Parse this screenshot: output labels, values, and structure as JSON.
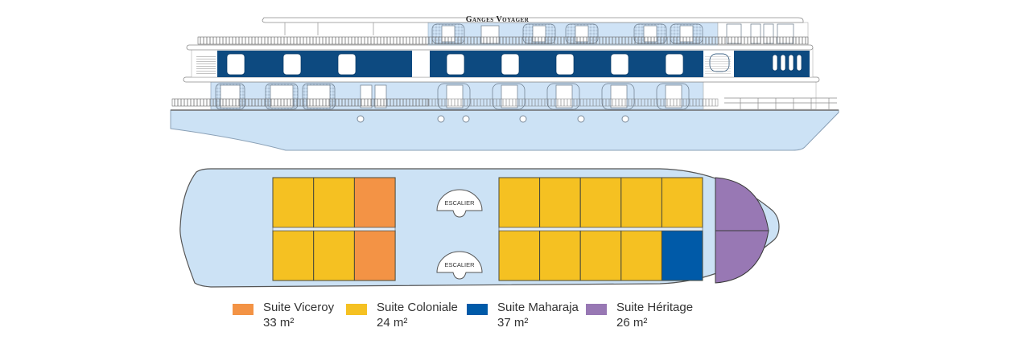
{
  "ship": {
    "name": "Ganges Voyager"
  },
  "deck_plan": {
    "stair_label": "ESCALIER",
    "colors": {
      "hull": "#cce2f5",
      "hull_stroke": "#555555",
      "dark_blue": "#0d4a80",
      "light_blue": "#cfe3f6",
      "viceroy": "#f39345",
      "coloniale": "#f5c122",
      "maharaja": "#005aa8",
      "heritage": "#9878b4"
    },
    "aft_block": {
      "rows": [
        [
          "coloniale",
          "coloniale",
          "viceroy"
        ],
        [
          "coloniale",
          "coloniale",
          "viceroy"
        ]
      ]
    },
    "mid_block": {
      "rows": [
        [
          "coloniale",
          "coloniale",
          "coloniale",
          "coloniale",
          "coloniale"
        ],
        [
          "coloniale",
          "coloniale",
          "coloniale",
          "coloniale",
          "maharaja"
        ]
      ]
    },
    "bow_block": {
      "rows": [
        [
          "heritage"
        ],
        [
          "heritage"
        ]
      ]
    }
  },
  "legend": [
    {
      "key": "viceroy",
      "name": "Suite Viceroy",
      "size": "33 m²",
      "color": "#f39345"
    },
    {
      "key": "coloniale",
      "name": "Suite Coloniale",
      "size": "24 m²",
      "color": "#f5c122"
    },
    {
      "key": "maharaja",
      "name": "Suite Maharaja",
      "size": "37 m²",
      "color": "#005aa8"
    },
    {
      "key": "heritage",
      "name": "Suite Héritage",
      "size": "26 m²",
      "color": "#9878b4"
    }
  ]
}
